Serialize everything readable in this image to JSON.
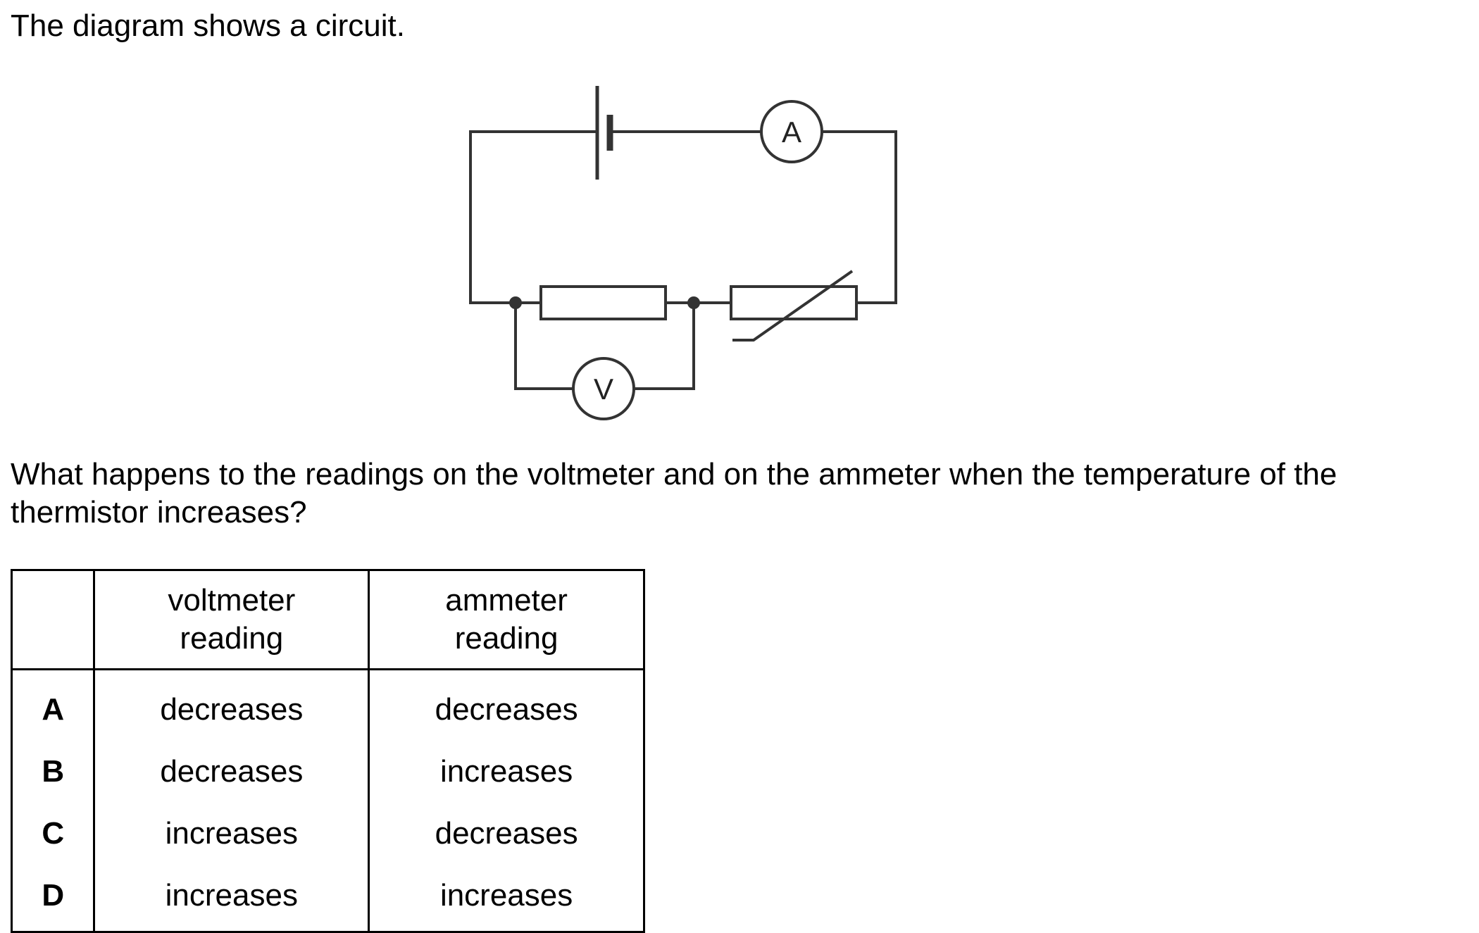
{
  "intro": "The diagram shows a circuit.",
  "diagram": {
    "ammeter_label": "A",
    "voltmeter_label": "V"
  },
  "question": "What happens to the readings on the voltmeter and on the ammeter when the temperature of the thermistor increases?",
  "table": {
    "headers": [
      [
        "voltmeter",
        "reading"
      ],
      [
        "ammeter",
        "reading"
      ]
    ],
    "rows": [
      {
        "letter": "A",
        "voltmeter": "decreases",
        "ammeter": "decreases"
      },
      {
        "letter": "B",
        "voltmeter": "decreases",
        "ammeter": "increases"
      },
      {
        "letter": "C",
        "voltmeter": "increases",
        "ammeter": "decreases"
      },
      {
        "letter": "D",
        "voltmeter": "increases",
        "ammeter": "increases"
      }
    ]
  }
}
